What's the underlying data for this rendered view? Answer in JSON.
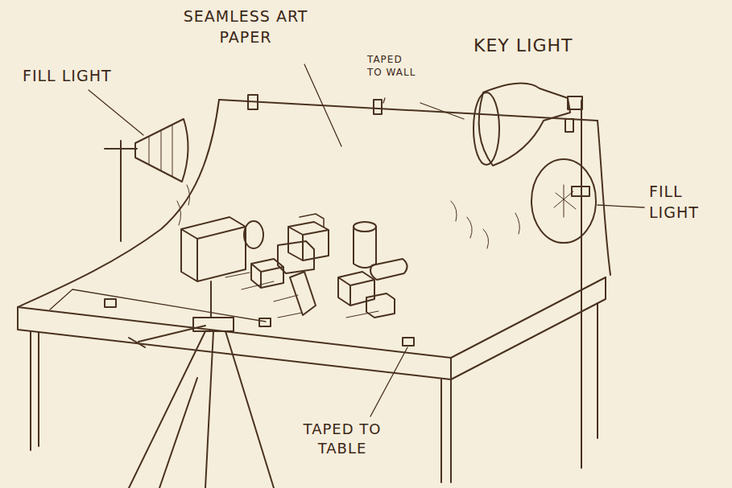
{
  "diagram": {
    "labels": [
      "SEAMLESS ART PAPER",
      "FILL LIGHT",
      "KEY LIGHT",
      "TAPED TO WALL",
      "FILL LIGHT",
      "TAPED TO TABLE"
    ]
  }
}
